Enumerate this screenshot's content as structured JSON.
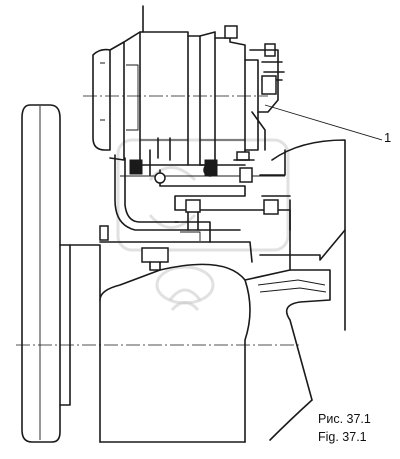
{
  "figure": {
    "callout_label": "1",
    "caption_ru": "Рис. 37.1",
    "caption_en": "Fig.  37.1"
  }
}
